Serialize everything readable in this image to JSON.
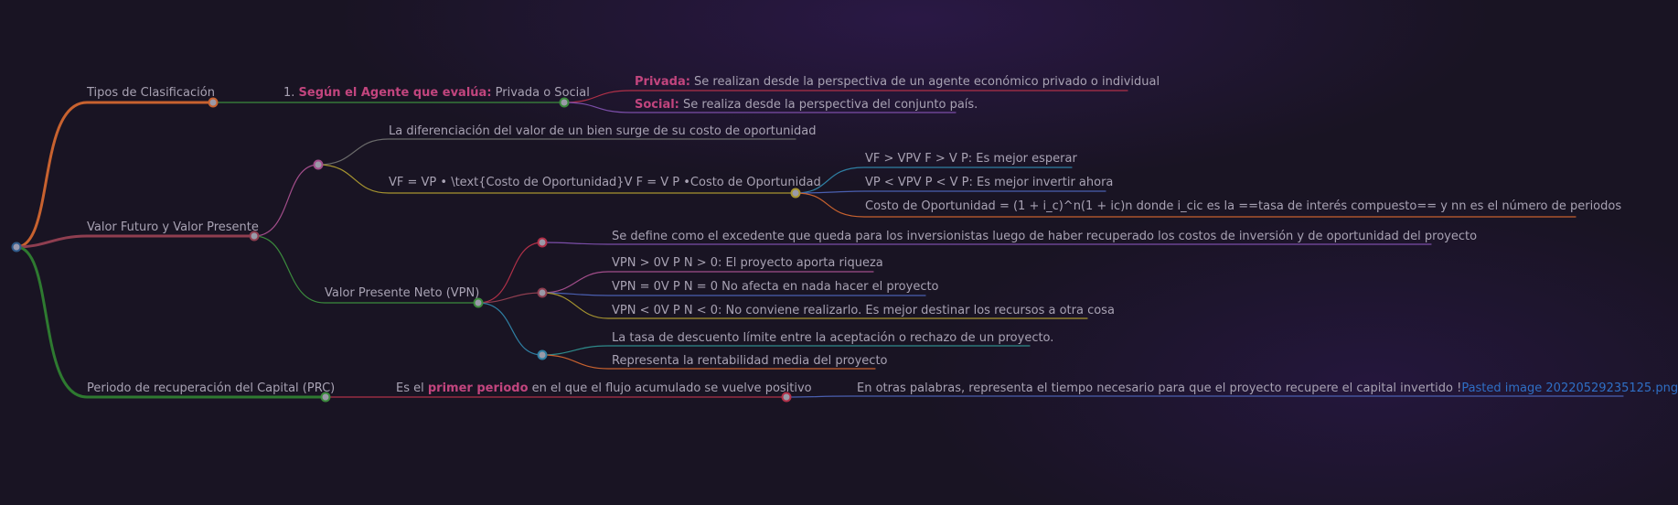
{
  "colors": {
    "background": "#191423",
    "text": "#a8a2b3",
    "highlight": "#c2457e",
    "link": "#2f6fc5"
  },
  "branches": {
    "tipos": {
      "label": "Tipos de Clasificación",
      "agente": {
        "prefix": "1. ",
        "bold": "Según el Agente que evalúa:",
        "suffix": " Privada o Social",
        "privada": {
          "bold": "Privada:",
          "text": " Se realizan desde la perspectiva de un agente económico privado o individual"
        },
        "social": {
          "bold": "Social:",
          "text": " Se realiza desde la perspectiva del conjunto país."
        }
      }
    },
    "valor": {
      "label": "Valor Futuro y Valor Presente",
      "diferenciacion": "La diferenciación del valor de un bien surge de su costo de oportunidad",
      "formula": "VF = VP • \\text{Costo de Oportunidad}V F  = V P •Costo de Oportunidad",
      "formula_children": [
        "VF > VPV F  > V P: Es mejor esperar",
        "VP < VPV P  < V P: Es mejor invertir ahora",
        "Costo de Oportunidad = (1 + i_c)^n(1 + ic)n donde i_cic es la ==tasa de interés compuesto== y nn es el número de periodos"
      ],
      "vpn": {
        "label": "Valor Presente Neto (VPN)",
        "definicion": "Se define como el excedente que queda para los inversionistas luego de haber recuperado los costos de inversión y de oportunidad del proyecto",
        "casos": [
          "VPN > 0V P N  > 0: El proyecto aporta riqueza",
          "VPN = 0V P N  = 0 No afecta en nada hacer el proyecto",
          "VPN < 0V P N  < 0: No conviene realizarlo. Es mejor destinar los recursos a otra cosa"
        ],
        "tasa": [
          "La tasa de descuento límite entre la aceptación o rechazo de un proyecto.",
          "Representa la rentabilidad media del proyecto"
        ]
      }
    },
    "prc": {
      "label": "Periodo de recuperación del Capital (PRC)",
      "def_prefix": "Es el ",
      "def_bold": "primer periodo",
      "def_suffix": " en el que el flujo acumulado se vuelve positivo",
      "otras_text": "En otras palabras, representa el tiempo necesario para que el proyecto recupere el capital invertido !",
      "otras_link": "Pasted image 20220529235125.png"
    }
  }
}
